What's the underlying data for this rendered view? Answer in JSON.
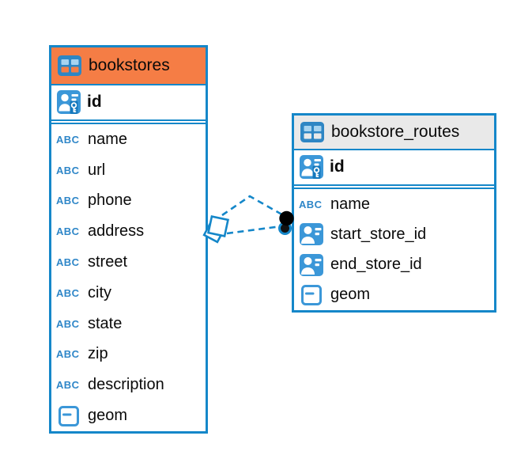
{
  "canvas": {
    "background": "#ffffff"
  },
  "colors": {
    "accent_blue": "#1587c9",
    "icon_blue": "#3b97d8",
    "table_icon_blue": "#2e86c4",
    "header_orange": "#f57d45",
    "header_gray": "#e9e9e9",
    "key_badge_blue": "#1478bd",
    "marker_black": "#000000",
    "text": "#0a0a0a"
  },
  "icons": {
    "text_type": "ABC"
  },
  "tables": {
    "bookstores": {
      "title": "bookstores",
      "header_color": "#f57d45",
      "primary_key": {
        "label": "id",
        "icon": "primary-key-icon"
      },
      "columns": [
        {
          "label": "name",
          "icon": "text-type-icon"
        },
        {
          "label": "url",
          "icon": "text-type-icon"
        },
        {
          "label": "phone",
          "icon": "text-type-icon"
        },
        {
          "label": "address",
          "icon": "text-type-icon"
        },
        {
          "label": "street",
          "icon": "text-type-icon"
        },
        {
          "label": "city",
          "icon": "text-type-icon"
        },
        {
          "label": "state",
          "icon": "text-type-icon"
        },
        {
          "label": "zip",
          "icon": "text-type-icon"
        },
        {
          "label": "description",
          "icon": "text-type-icon"
        },
        {
          "label": "geom",
          "icon": "geometry-type-icon"
        }
      ]
    },
    "bookstore_routes": {
      "title": "bookstore_routes",
      "header_color": "#e9e9e9",
      "primary_key": {
        "label": "id",
        "icon": "primary-key-icon"
      },
      "columns": [
        {
          "label": "name",
          "icon": "text-type-icon"
        },
        {
          "label": "start_store_id",
          "icon": "reference-column-icon"
        },
        {
          "label": "end_store_id",
          "icon": "reference-column-icon"
        },
        {
          "label": "geom",
          "icon": "geometry-type-icon"
        }
      ]
    }
  },
  "relationship": {
    "from_table": "bookstores",
    "to_table": "bookstore_routes",
    "line_style": "dashed",
    "line_color": "#1587c9",
    "source_marker": "diamond-marker",
    "target_marker": "dot-marker",
    "line_count": 2
  }
}
